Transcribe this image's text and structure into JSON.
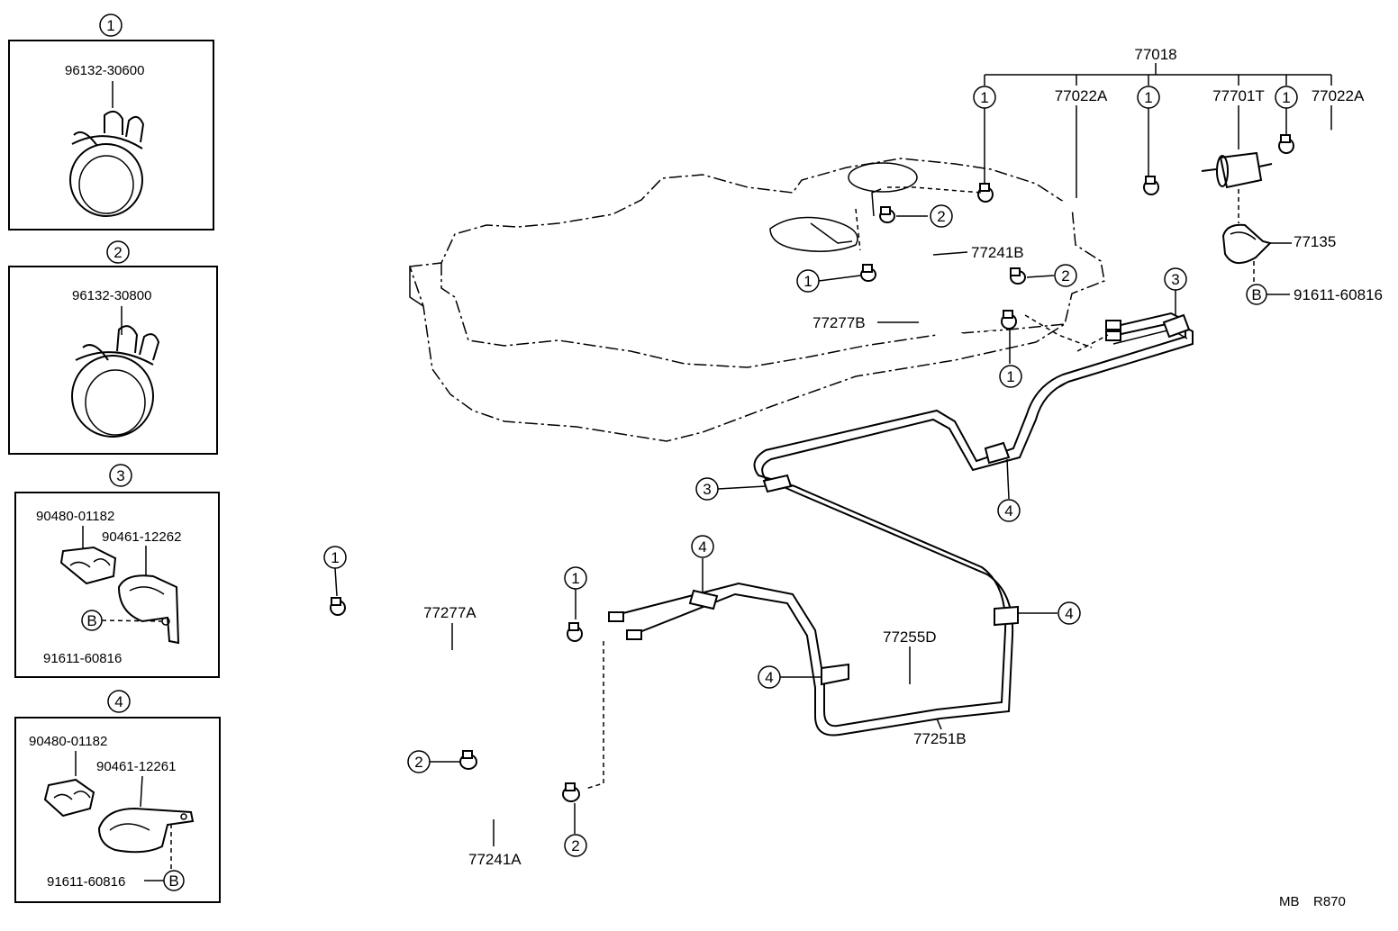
{
  "detail_boxes": [
    {
      "number": "1",
      "part": "96132-30600"
    },
    {
      "number": "2",
      "part": "96132-30800"
    },
    {
      "number": "3",
      "part_a": "90480-01182",
      "part_b": "90461-12262",
      "bolt_mark": "B",
      "bolt_part": "91611-60816"
    },
    {
      "number": "4",
      "part_a": "90480-01182",
      "part_b": "90461-12261",
      "bolt_mark": "B",
      "bolt_part": "91611-60816"
    }
  ],
  "labels": {
    "assembly": "77018",
    "hose_a1": "77022A",
    "hose_a2": "77022A",
    "filter": "77701T",
    "bracket": "77135",
    "bolt_mark": "B",
    "bolt": "91611-60816",
    "hose_241b": "77241B",
    "hose_277b": "77277B",
    "hose_277a": "77277A",
    "hose_241a": "77241A",
    "tube_255d": "77255D",
    "tube_251b": "77251B"
  },
  "callouts": [
    "1",
    "2",
    "3",
    "4"
  ],
  "footer": {
    "code": "MB",
    "page": "R870"
  }
}
